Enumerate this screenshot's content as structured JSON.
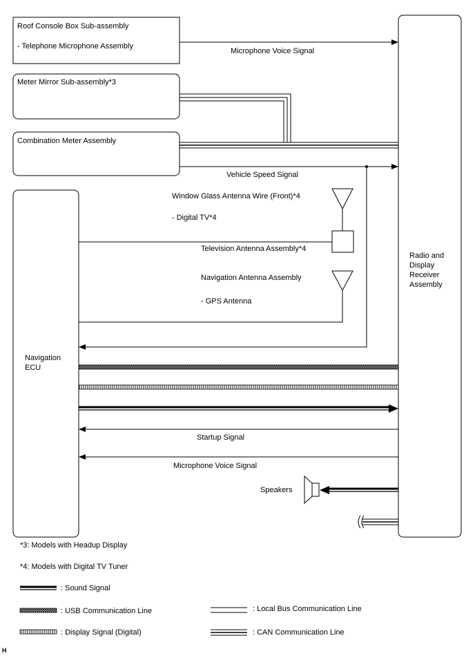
{
  "blocks": {
    "roof_console": {
      "title": "Roof Console Box Sub-assembly",
      "sub": "- Telephone Microphone Assembly"
    },
    "meter_mirror": {
      "title": "Meter Mirror Sub-assembly*3"
    },
    "combination_meter": {
      "title": "Combination Meter Assembly"
    },
    "navigation_ecu": {
      "line1": "Navigation",
      "line2": "ECU"
    },
    "radio_receiver": {
      "line1": "Radio and",
      "line2": "Display",
      "line3": "Receiver",
      "line4": "Assembly"
    }
  },
  "antennas": {
    "window_glass": {
      "title": "Window Glass Antenna Wire (Front)*4",
      "sub": "- Digital TV*4"
    },
    "tv_antenna": {
      "label": "Television Antenna Assembly*4"
    },
    "navigation_antenna": {
      "title": "Navigation Antenna Assembly",
      "sub": "- GPS Antenna"
    }
  },
  "signals": {
    "microphone_top": "Microphone Voice Signal",
    "vehicle_speed": "Vehicle Speed Signal",
    "startup": "Startup Signal",
    "microphone_bottom": "Microphone Voice Signal",
    "speakers": "Speakers"
  },
  "notes": {
    "note3": "*3: Models with Headup Display",
    "note4": "*4: Models with Digital TV Tuner"
  },
  "legend": {
    "sound": ": Sound Signal",
    "usb": ": USB Communication Line",
    "display": ": Display Signal (Digital)",
    "local_bus": ": Local Bus Communication Line",
    "can": ": CAN Communication Line"
  },
  "corner_mark": "H"
}
